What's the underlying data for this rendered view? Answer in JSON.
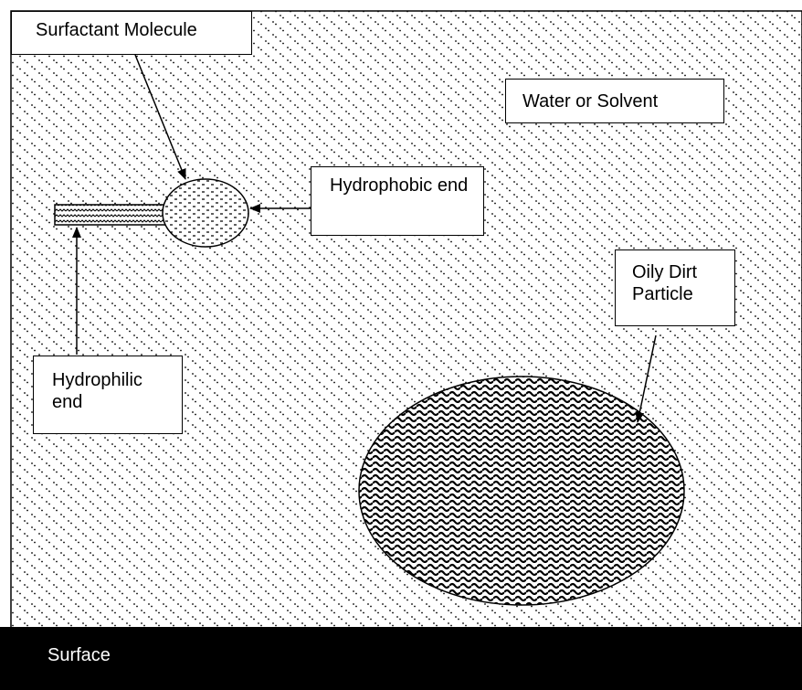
{
  "labels": {
    "surfactant_molecule": "Surfactant Molecule",
    "water_or_solvent": "Water or Solvent",
    "hydrophobic_end": "Hydrophobic end",
    "hydrophilic_end": "Hydrophilic end",
    "oily_dirt_particle": "Oily Dirt Particle",
    "surface": "Surface"
  },
  "colors": {
    "background": "#ffffff",
    "surface": "#000000",
    "stroke": "#000000"
  }
}
